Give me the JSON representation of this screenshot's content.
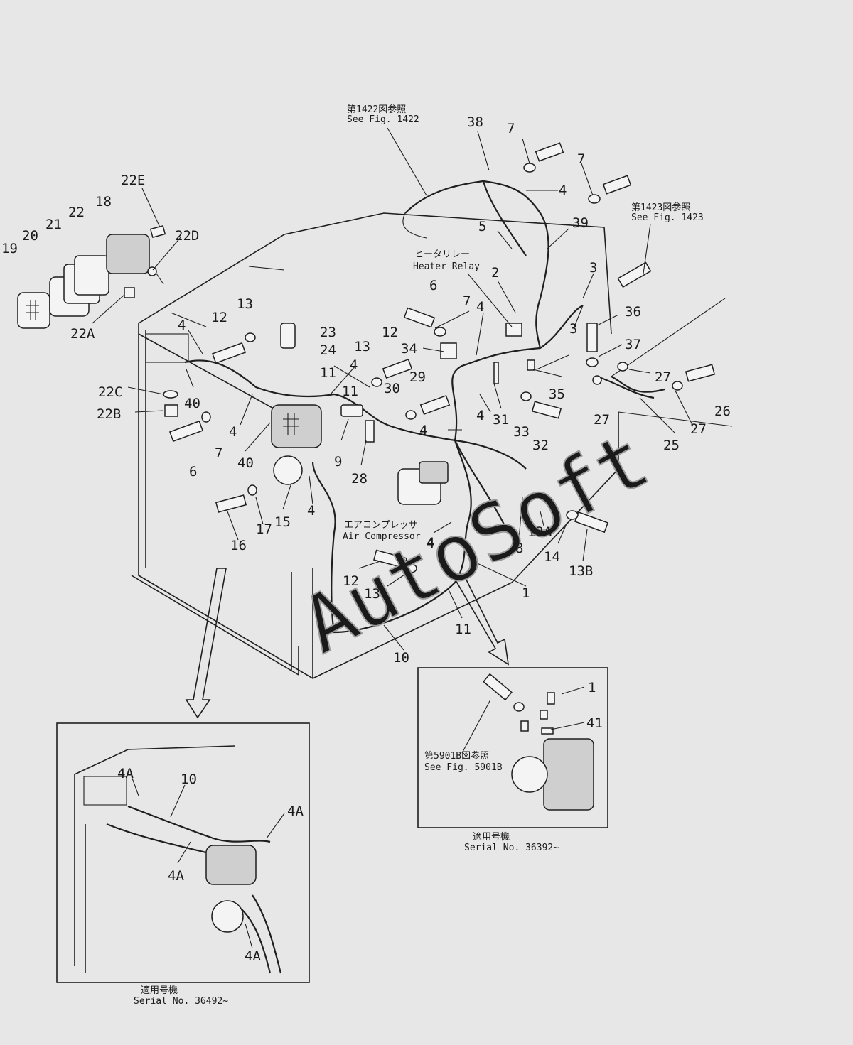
{
  "notes": {
    "fig1422": {
      "jp": "第1422図参照",
      "en": "See Fig. 1422"
    },
    "fig1423": {
      "jp": "第1423図参照",
      "en": "See Fig. 1423"
    },
    "heater_relay": {
      "jp": "ヒータリレー",
      "en": "Heater Relay"
    },
    "air_compressor": {
      "jp": "エアコンプレッサ",
      "en": "Air Compressor"
    },
    "fig5901b": {
      "jp": "第5901B図参照",
      "en": "See Fig. 5901B"
    },
    "serial_36392": {
      "jp": "適用号機",
      "en": "Serial No. 36392~"
    },
    "serial_36492": {
      "jp": "適用号機",
      "en": "Serial No. 36492~"
    }
  },
  "watermark": "AutoSoft",
  "callouts": {
    "c38": "38",
    "c7a": "7",
    "c7b": "7",
    "c4a": "4",
    "c5": "5",
    "c39": "39",
    "c2": "2",
    "c3a": "3",
    "c3b": "3",
    "c36": "36",
    "c37": "37",
    "c22e": "22E",
    "c18": "18",
    "c22": "22",
    "c21": "21",
    "c20": "20",
    "c19": "19",
    "c22d": "22D",
    "c22a": "22A",
    "c13a": "13",
    "c12a": "12",
    "c23": "23",
    "c24": "24",
    "c11a": "11",
    "c4b": "4",
    "c4c": "4",
    "c6a": "6",
    "c7c": "7",
    "c4d": "4",
    "c13b": "13",
    "c12b": "12",
    "c34": "34",
    "c29": "29",
    "c30": "30",
    "c11b": "11",
    "c35": "35",
    "c27a": "27",
    "c26": "26",
    "c27b": "27",
    "c27c": "27",
    "c25": "25",
    "c22c": "22C",
    "c40a": "40",
    "c22b": "22B",
    "c4e": "4",
    "c7d": "7",
    "c6b": "6",
    "c40b": "40",
    "c4f": "4",
    "c31": "31",
    "c33": "33",
    "c32": "32",
    "c9": "9",
    "c28": "28",
    "c4g": "4",
    "c4h": "4",
    "c17": "17",
    "c15": "15",
    "c4i": "4",
    "c16": "16",
    "c13c": "13A",
    "c14": "14",
    "c13d": "13B",
    "c8": "8",
    "c4j": "4",
    "c12c": "12",
    "c13e": "13",
    "c1a": "1",
    "c11c": "11",
    "c10a": "10",
    "c1b": "1",
    "c41": "41",
    "c4ka": "4A",
    "c10b": "10",
    "c4kb": "4A",
    "c4kc": "4A",
    "c4kd": "4A"
  }
}
